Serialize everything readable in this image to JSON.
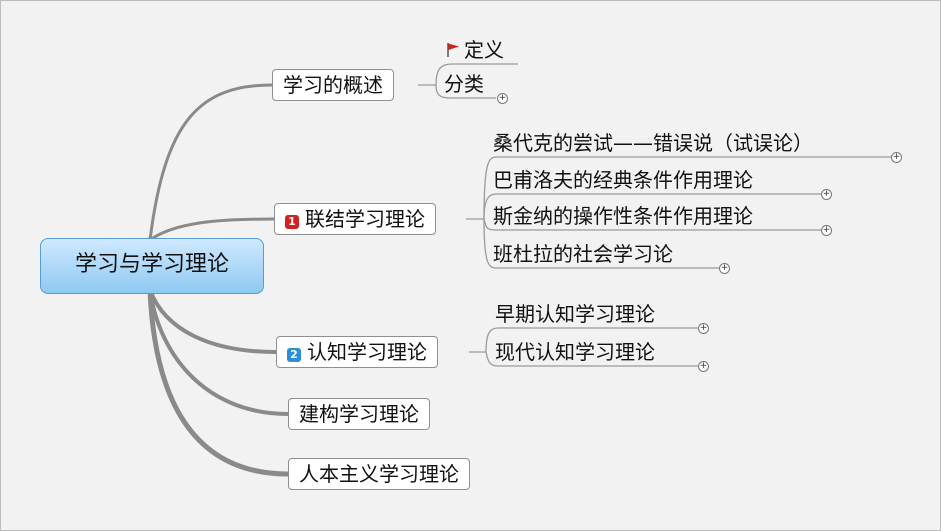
{
  "root": {
    "label": "学习与学习理论",
    "color": "#8fc9f2"
  },
  "branches": {
    "overview": {
      "label": "学习的概述",
      "children": [
        "定义",
        "分类"
      ],
      "flag_icon": "red-flag-icon",
      "flag_color": "#d42020"
    },
    "connection": {
      "label": "联结学习理论",
      "badge": "1",
      "badge_color": "#d42020",
      "children": [
        "桑代克的尝试——错误说（试误论）",
        "巴甫洛夫的经典条件作用理论",
        "斯金纳的操作性条件作用理论",
        "班杜拉的社会学习论"
      ]
    },
    "cognitive": {
      "label": "认知学习理论",
      "badge": "2",
      "badge_color": "#2a8fd8",
      "children": [
        "早期认知学习理论",
        "现代认知学习理论"
      ]
    },
    "constructivist": {
      "label": "建构学习理论"
    },
    "humanistic": {
      "label": "人本主义学习理论"
    }
  },
  "expand_symbol": "+"
}
